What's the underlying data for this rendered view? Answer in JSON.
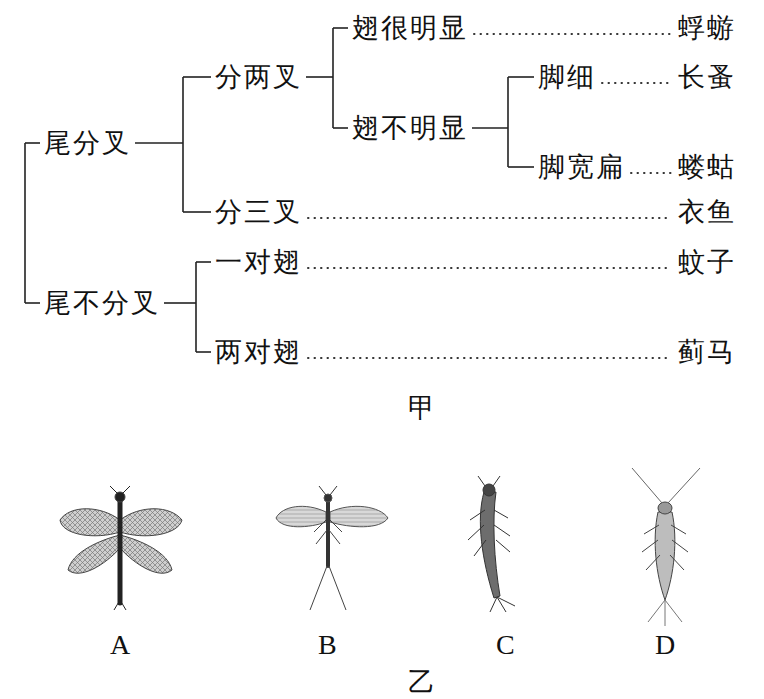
{
  "diagram": {
    "labels": [
      "尾分叉",
      "分两叉",
      "翅很明显",
      "蜉蝣",
      "翅不明显",
      "脚细",
      "长蚤",
      "脚宽扁",
      "蝼蛄",
      "分三叉",
      "衣鱼",
      "尾不分叉",
      "一对翅",
      "蚊子",
      "两对翅",
      "蓟马",
      "甲",
      "A",
      "B",
      "C",
      "D",
      "乙"
    ]
  }
}
